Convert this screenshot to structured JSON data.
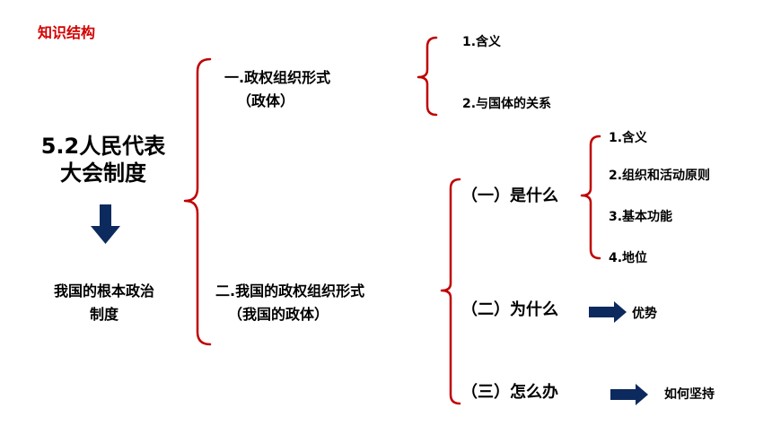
{
  "header": {
    "title": "知识结构"
  },
  "left": {
    "main_title_line1": "5.2人民代表",
    "main_title_line2": "大会制度",
    "subtitle_line1": "我国的根本政治",
    "subtitle_line2": "制度"
  },
  "section1": {
    "title_line1": "一.政权组织形式",
    "title_line2": "（政体）",
    "items": [
      "1.含义",
      "2.与国体的关系"
    ]
  },
  "section2": {
    "title_line1": "二.我国的政权组织形式",
    "title_line2": "（我国的政体）",
    "q1": {
      "label": "（一）是什么",
      "items": [
        "1.含义",
        "2.组织和活动原则",
        "3.基本功能",
        "4.地位"
      ]
    },
    "q2": {
      "label": "（二）为什么",
      "answer": "优势"
    },
    "q3": {
      "label": "（三）怎么办",
      "answer": "如何坚持"
    }
  },
  "colors": {
    "title": "#d40000",
    "bracket": "#c00000",
    "arrow": "#0d2a5e",
    "text": "#000000"
  }
}
